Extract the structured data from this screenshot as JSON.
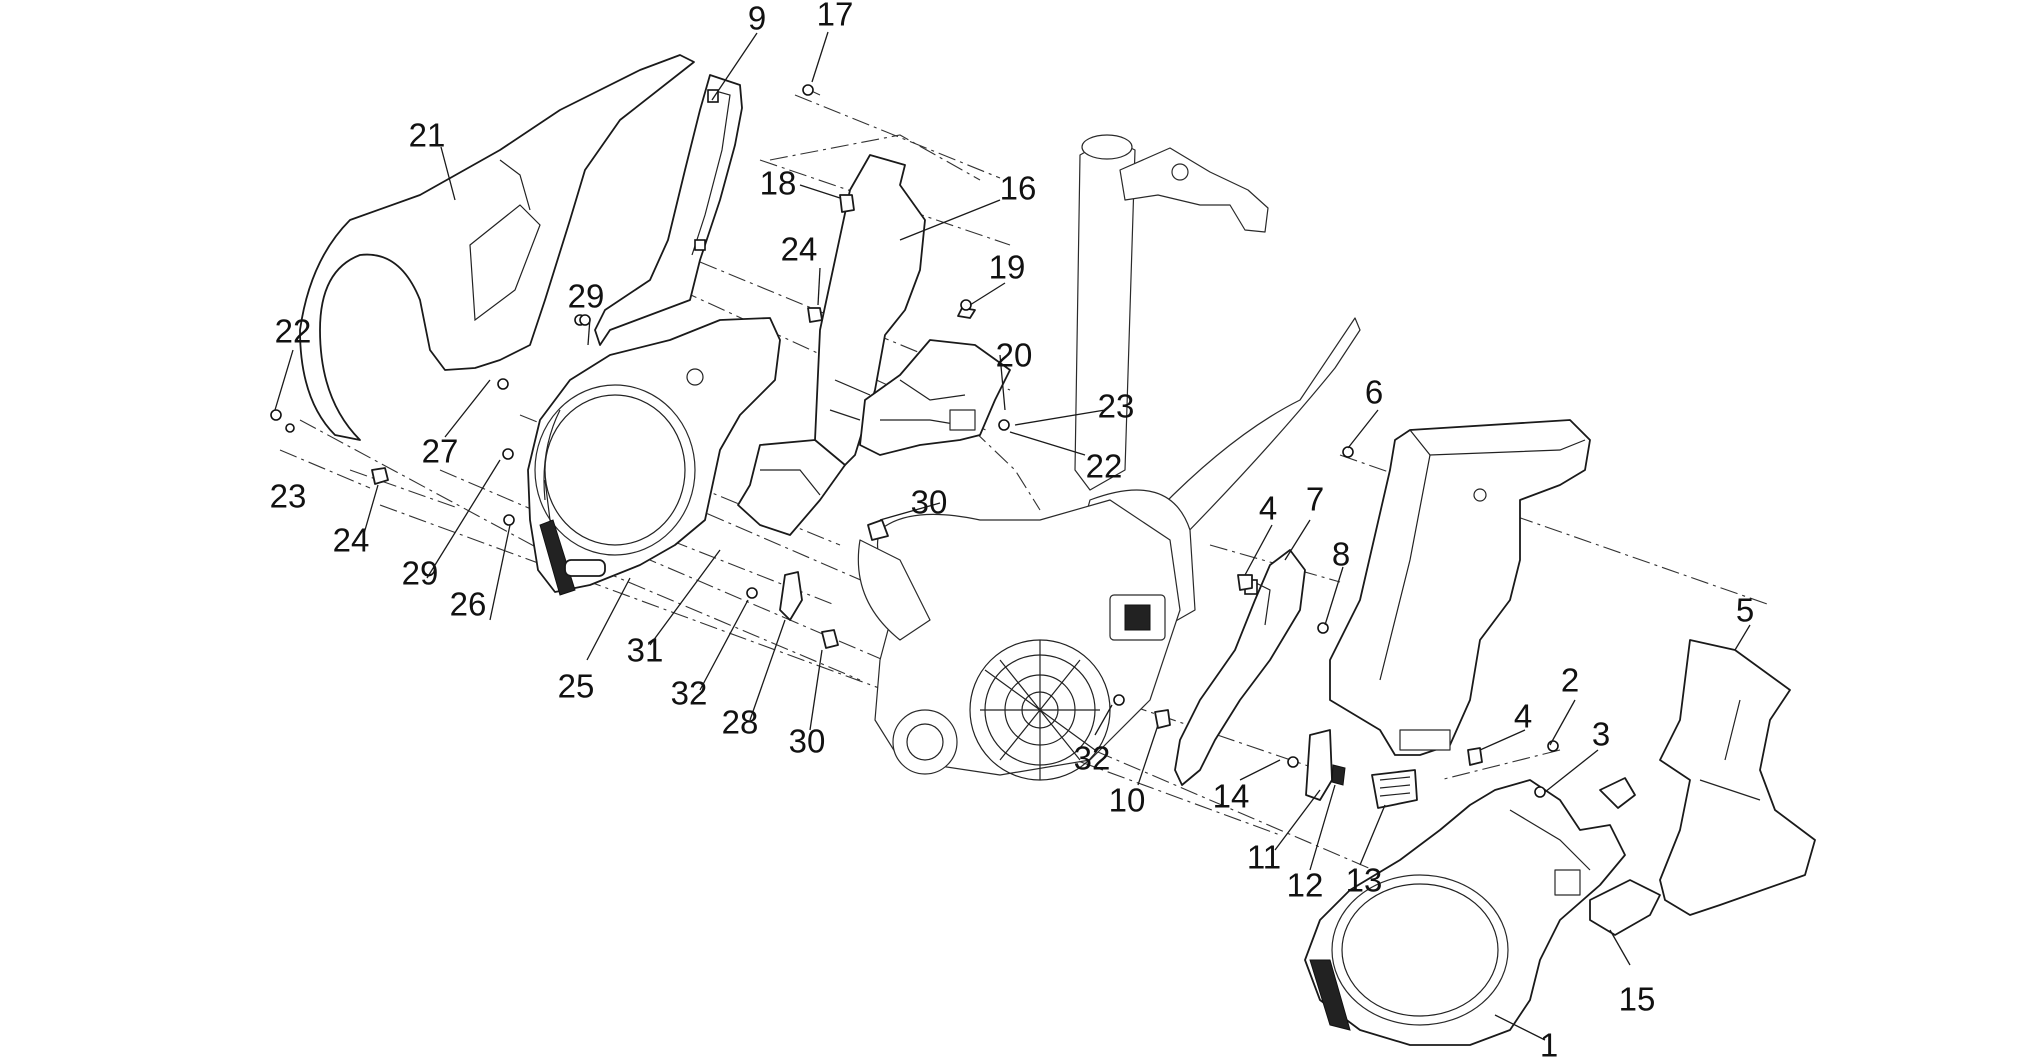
{
  "callouts": [
    {
      "text": "1"
    },
    {
      "text": "2"
    },
    {
      "text": "3"
    },
    {
      "text": "4"
    },
    {
      "text": "4"
    },
    {
      "text": "5"
    },
    {
      "text": "6"
    },
    {
      "text": "7"
    },
    {
      "text": "8"
    },
    {
      "text": "9"
    },
    {
      "text": "10"
    },
    {
      "text": "11"
    },
    {
      "text": "12"
    },
    {
      "text": "13"
    },
    {
      "text": "14"
    },
    {
      "text": "15"
    },
    {
      "text": "16"
    },
    {
      "text": "17"
    },
    {
      "text": "18"
    },
    {
      "text": "19"
    },
    {
      "text": "20"
    },
    {
      "text": "21"
    },
    {
      "text": "22"
    },
    {
      "text": "22"
    },
    {
      "text": "23"
    },
    {
      "text": "23"
    },
    {
      "text": "24"
    },
    {
      "text": "24"
    },
    {
      "text": "25"
    },
    {
      "text": "26"
    },
    {
      "text": "27"
    },
    {
      "text": "28"
    },
    {
      "text": "29"
    },
    {
      "text": "29"
    },
    {
      "text": "30"
    },
    {
      "text": "30"
    },
    {
      "text": "31"
    },
    {
      "text": "32"
    },
    {
      "text": "32"
    }
  ]
}
